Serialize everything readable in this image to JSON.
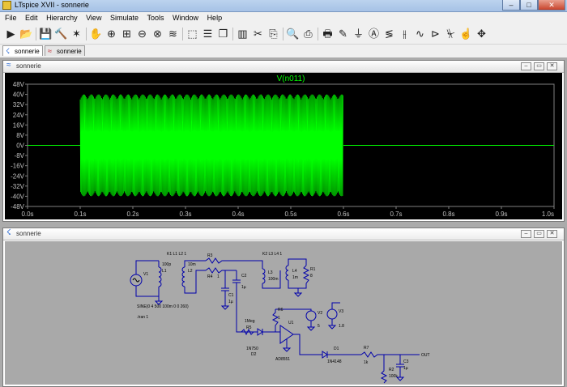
{
  "window": {
    "title": "LTspice XVII - sonnerie",
    "minimize_glyph": "–",
    "maximize_glyph": "□",
    "close_glyph": "✕"
  },
  "menu": [
    "File",
    "Edit",
    "Hierarchy",
    "View",
    "Simulate",
    "Tools",
    "Window",
    "Help"
  ],
  "toolbar": {
    "icons": [
      {
        "name": "run-icon",
        "glyph": "▶"
      },
      {
        "name": "open-icon",
        "glyph": "📂"
      },
      {
        "name": "save-icon",
        "glyph": "💾"
      },
      {
        "name": "control-panel-icon",
        "glyph": "🔨"
      },
      {
        "name": "probe-icon",
        "glyph": "✶"
      },
      {
        "name": "pan-icon",
        "glyph": "✋"
      },
      {
        "name": "zoom-in-icon",
        "glyph": "⊕"
      },
      {
        "name": "zoom-area-icon",
        "glyph": "⊞"
      },
      {
        "name": "zoom-out-icon",
        "glyph": "⊖"
      },
      {
        "name": "zoom-full-icon",
        "glyph": "⊗"
      },
      {
        "name": "autorange-icon",
        "glyph": "≋"
      },
      {
        "name": "select-icon",
        "glyph": "⬚"
      },
      {
        "name": "tile-horizontal-icon",
        "glyph": "☰"
      },
      {
        "name": "cascade-icon",
        "glyph": "❐"
      },
      {
        "name": "tile-vertical-icon",
        "glyph": "▥"
      },
      {
        "name": "cut-icon",
        "glyph": "✂"
      },
      {
        "name": "copy-icon",
        "glyph": "⎘"
      },
      {
        "name": "find-icon",
        "glyph": "🔍"
      },
      {
        "name": "print-preview-icon",
        "glyph": "⎙"
      },
      {
        "name": "print-icon",
        "glyph": "🖶"
      },
      {
        "name": "wire-icon",
        "glyph": "✎"
      },
      {
        "name": "ground-icon",
        "glyph": "⏚"
      },
      {
        "name": "label-icon",
        "glyph": "Ⓐ"
      },
      {
        "name": "resistor-icon",
        "glyph": "≶"
      },
      {
        "name": "capacitor-icon",
        "glyph": "⫲"
      },
      {
        "name": "inductor-icon",
        "glyph": "∿"
      },
      {
        "name": "diode-icon",
        "glyph": "⊳"
      },
      {
        "name": "component-icon",
        "glyph": "⏧"
      },
      {
        "name": "move-icon",
        "glyph": "☝"
      },
      {
        "name": "drag-icon",
        "glyph": "✥"
      }
    ]
  },
  "tabs": [
    {
      "label": "sonnerie",
      "icon": "schematic-icon",
      "active": true
    },
    {
      "label": "sonnerie",
      "icon": "waveform-icon",
      "active": false
    }
  ],
  "waveform_window": {
    "title": "sonnerie",
    "trace_name": "V(n011)",
    "trace_color": "#00ff00"
  },
  "schematic_window": {
    "title": "sonnerie",
    "labels": {
      "k1": "K1 L1 L2 1",
      "k2": "K2 L3 L4 1",
      "v1": "V1",
      "l1": "L1",
      "l1v": "100p",
      "l2": "L2",
      "l2v": "10m",
      "r3": "R3",
      "r4": "R4",
      "r4v": "1",
      "c2": "C2",
      "c2v": "1µ",
      "c1": "C1",
      "c1v": "1µ",
      "l3": "L3",
      "l3v": "100m",
      "l4": "L4",
      "l4v": "1m",
      "r1": "R1",
      "r1v": "8",
      "sine": "SINE(0 4 500 100m 0 0 260)",
      "tran": ".tran 1",
      "r6": "R6",
      "r6v": "1",
      "v2": "V2",
      "v2v": "5",
      "v3": "V3",
      "v3v": "1.8",
      "u1": "U1",
      "meg": "1Meg",
      "r5": "R5",
      "d2type": "1N750",
      "d2": "D2",
      "ad": "AD8551",
      "d1": "D1",
      "d1type": "1N4148",
      "r7": "R7",
      "r7v": "1k",
      "c3": "C3",
      "c3v": "1µ",
      "r2": "R2",
      "r2v": "100k",
      "out": "OUT"
    }
  },
  "chart_data": {
    "type": "line",
    "title": "V(n011)",
    "xlabel": "",
    "ylabel": "",
    "xlim": [
      0,
      1.0
    ],
    "ylim": [
      -48,
      48
    ],
    "x_ticks": [
      "0.0s",
      "0.1s",
      "0.2s",
      "0.3s",
      "0.4s",
      "0.5s",
      "0.6s",
      "0.7s",
      "0.8s",
      "0.9s",
      "1.0s"
    ],
    "y_ticks": [
      "48V",
      "40V",
      "32V",
      "24V",
      "16V",
      "8V",
      "0V",
      "-8V",
      "-16V",
      "-24V",
      "-32V",
      "-40V",
      "-48V"
    ],
    "grid": false,
    "series": [
      {
        "name": "V(n011)",
        "color": "#00ff00",
        "burst_start_s": 0.1,
        "burst_end_s": 0.6,
        "amplitude_V": 40,
        "baseline_V": 0
      }
    ]
  }
}
